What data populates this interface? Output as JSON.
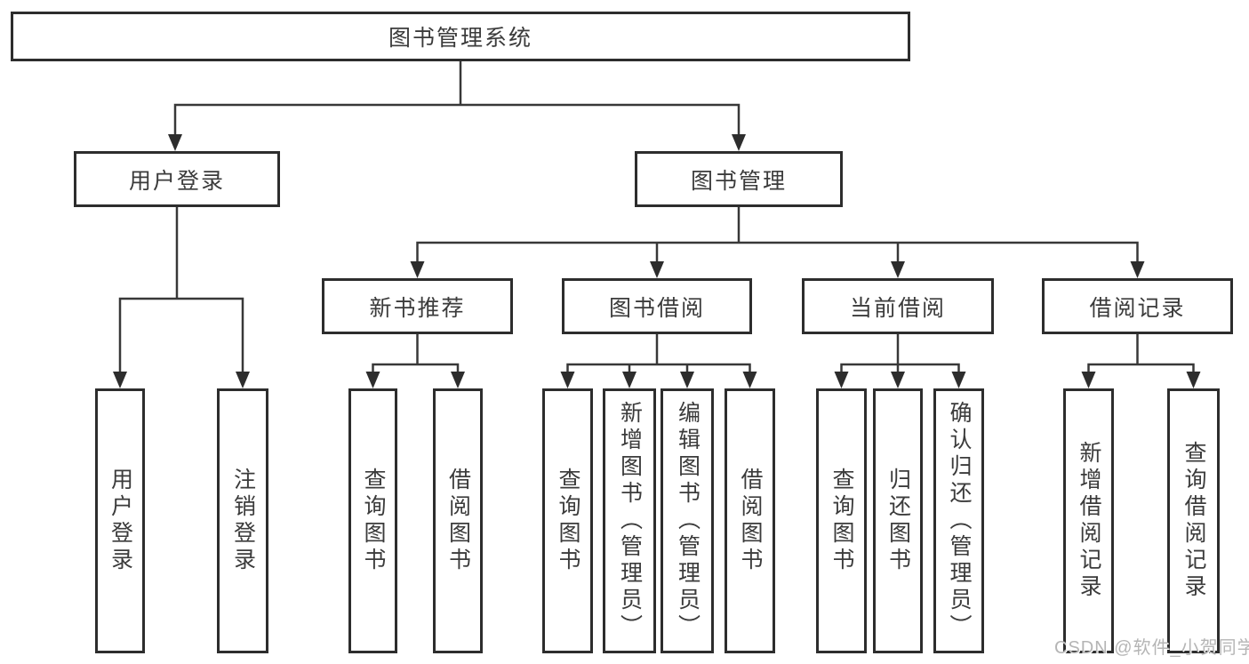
{
  "tree": {
    "root": "图书管理系统",
    "branches": [
      {
        "label": "用户登录",
        "children": [
          "用户登录",
          "注销登录"
        ]
      },
      {
        "label": "图书管理",
        "children": [
          {
            "label": "新书推荐",
            "children": [
              "查询图书",
              "借阅图书"
            ]
          },
          {
            "label": "图书借阅",
            "children": [
              "查询图书",
              "新增图书（管理员）",
              "编辑图书（管理员）",
              "借阅图书"
            ]
          },
          {
            "label": "当前借阅",
            "children": [
              "查询图书",
              "归还图书",
              "确认归还（管理员）"
            ]
          },
          {
            "label": "借阅记录",
            "children": [
              "新增借阅记录",
              "查询借阅记录"
            ]
          }
        ]
      }
    ]
  },
  "colors": {
    "line": "#383838",
    "border": "#2d2d2d",
    "text": "#3b3b3b",
    "watermark": "#b5b5b5"
  },
  "watermark": "CSDN @软件_小贺同学"
}
